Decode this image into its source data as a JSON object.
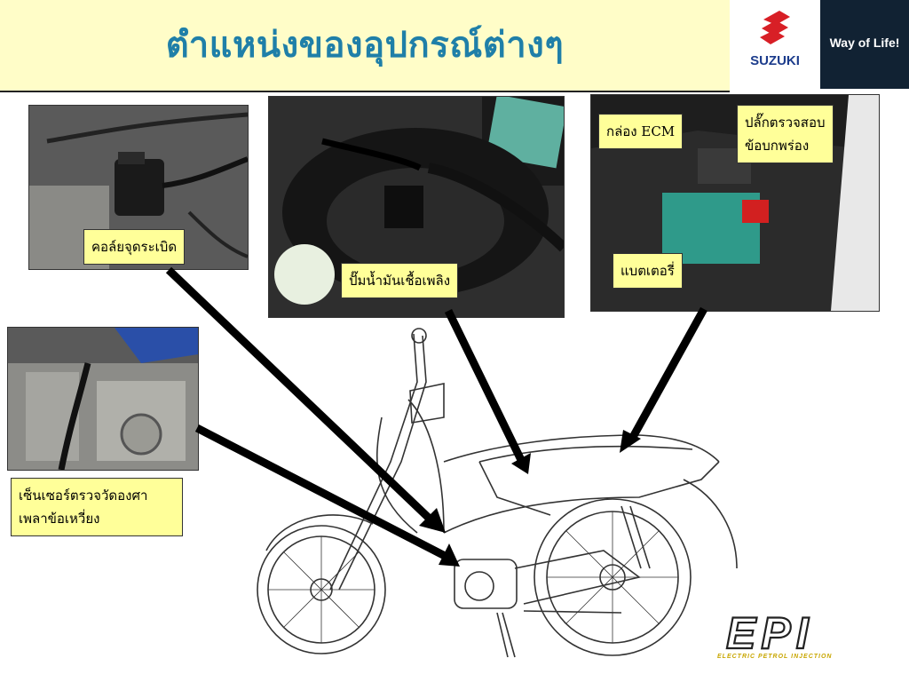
{
  "header": {
    "title": "ตำแหน่งของอุปกรณ์ต่างๆ",
    "brand": "SUZUKI",
    "slogan": "Way of Life!"
  },
  "labels": {
    "ignition_coil": "คอล์ยจุดระเบิด",
    "fuel_pump": "ปั๊มน้ำมันเชื้อเพลิง",
    "ecm_box": "กล่อง ECM",
    "diag_plug_line1": "ปลั๊กตรวจสอบ",
    "diag_plug_line2": "ข้อบกพร่อง",
    "battery": "แบตเตอรี่",
    "crank_sensor_line1": "เซ็นเซอร์ตรวจวัดองศา",
    "crank_sensor_line2": "เพลาข้อเหวี่ยง"
  },
  "logo": {
    "text": "EPI",
    "subtitle": "ELECTRIC PETROL INJECTION"
  },
  "colors": {
    "header_bg": "#fffdc8",
    "title": "#1f7fa8",
    "label_bg": "#ffff99",
    "suzuki_red": "#d81f26",
    "suzuki_blue": "#1c3c8c",
    "slogan_bg": "#112233"
  }
}
